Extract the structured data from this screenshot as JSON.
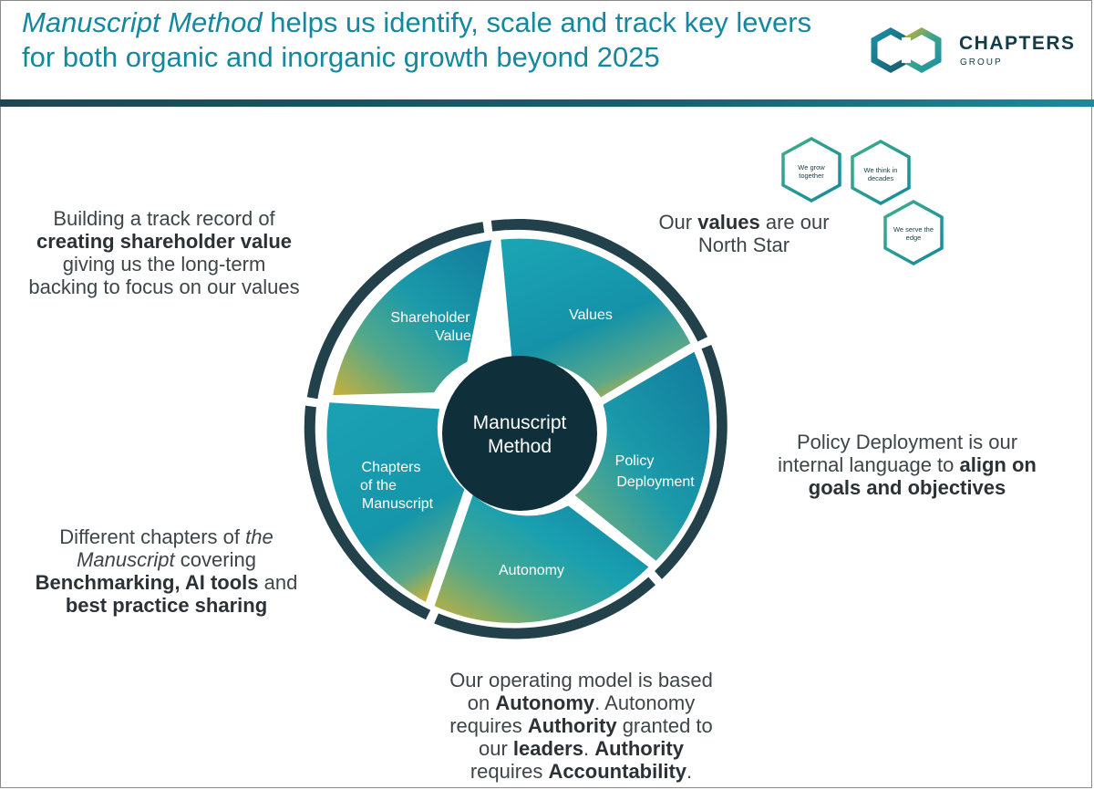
{
  "header": {
    "title_italic": "Manuscript Method",
    "title_rest": " helps us identify, scale and track key levers for both organic and inorganic growth beyond 2025",
    "logo_word": "CHAPTERS",
    "logo_sub": "GROUP"
  },
  "wheel": {
    "center": [
      "Manuscript",
      "Method"
    ],
    "segments": [
      {
        "key": "shareholder-value",
        "lines": [
          "Shareholder",
          "Value"
        ]
      },
      {
        "key": "values",
        "lines": [
          "Values"
        ]
      },
      {
        "key": "policy-deployment",
        "lines": [
          "Policy",
          "Deployment"
        ]
      },
      {
        "key": "autonomy",
        "lines": [
          "Autonomy"
        ]
      },
      {
        "key": "chapters",
        "lines": [
          "Chapters",
          "of the",
          "Manuscript"
        ]
      }
    ]
  },
  "hexagons": [
    {
      "key": "grow",
      "lines": [
        "We grow",
        "together"
      ]
    },
    {
      "key": "think",
      "lines": [
        "We think in",
        "decades"
      ]
    },
    {
      "key": "serve",
      "lines": [
        "We serve the",
        "edge"
      ]
    }
  ],
  "callouts": {
    "shareholder": {
      "l1": "Building a track record of",
      "b1": "creating shareholder value",
      "l3": "giving us the long-term",
      "l4": "backing to focus on our values"
    },
    "values": {
      "a": "Our ",
      "b": "values",
      "c": " are our",
      "d": "North Star"
    },
    "policy": {
      "a": "Policy Deployment is our",
      "b": "internal language to ",
      "c": "align on",
      "d": "goals and objectives"
    },
    "chapters": {
      "a": "Different chapters of ",
      "b": "the",
      "c": "Manuscript",
      "d": " covering",
      "e": "Benchmarking, AI tools",
      "f": " and",
      "g": "best practice sharing"
    },
    "autonomy": {
      "a": "Our operating model is based",
      "b": "on ",
      "c": "Autonomy",
      "d": ". Autonomy",
      "e": "requires ",
      "f": "Authority",
      "g": " granted to",
      "h": "our ",
      "i": "leaders",
      "j": ". ",
      "k": "Authority",
      "l": "requires ",
      "m": "Accountability",
      "n": "."
    }
  },
  "colors": {
    "teal": "#13889e",
    "dark": "#23414b",
    "gold": "#c9b03a",
    "center": "#0f2f3b",
    "green": "#3fae8a"
  }
}
